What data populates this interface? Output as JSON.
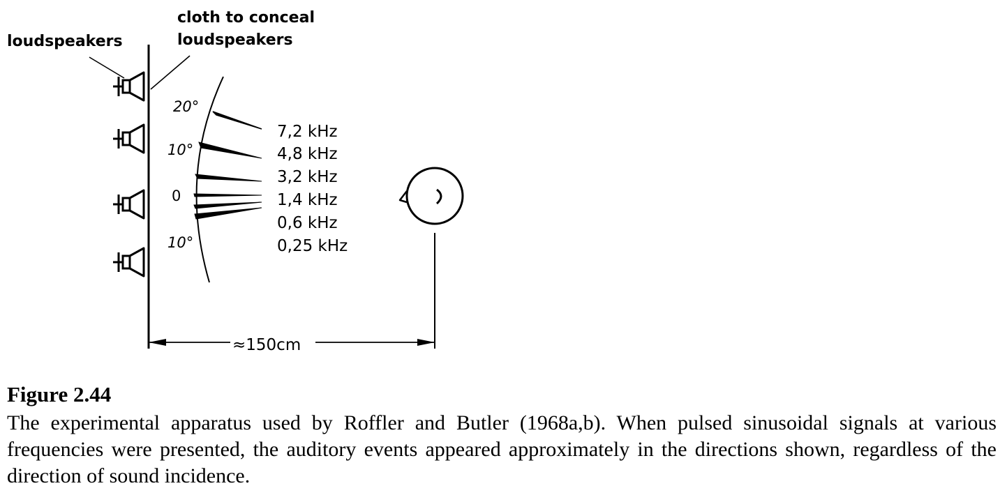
{
  "figure": {
    "labels": {
      "loudspeakers": "loudspeakers",
      "cloth_line1": "cloth to conceal",
      "cloth_line2": "loudspeakers",
      "angle_top": "20°",
      "angle_upper": "10°",
      "angle_zero": "0",
      "angle_lower": "10°",
      "distance": "≈150cm"
    },
    "frequencies": [
      "7,2 kHz",
      "4,8 kHz",
      "3,2 kHz",
      "1,4 kHz",
      "0,6 kHz",
      "0,25 kHz"
    ]
  },
  "caption": {
    "title": "Figure 2.44",
    "text": "The experimental apparatus used by Roffler and Butler (1968a,b). When pulsed sinusoidal signals at various frequencies were presented, the auditory events appeared approximately in the directions shown, regardless of the direction of sound incidence."
  }
}
